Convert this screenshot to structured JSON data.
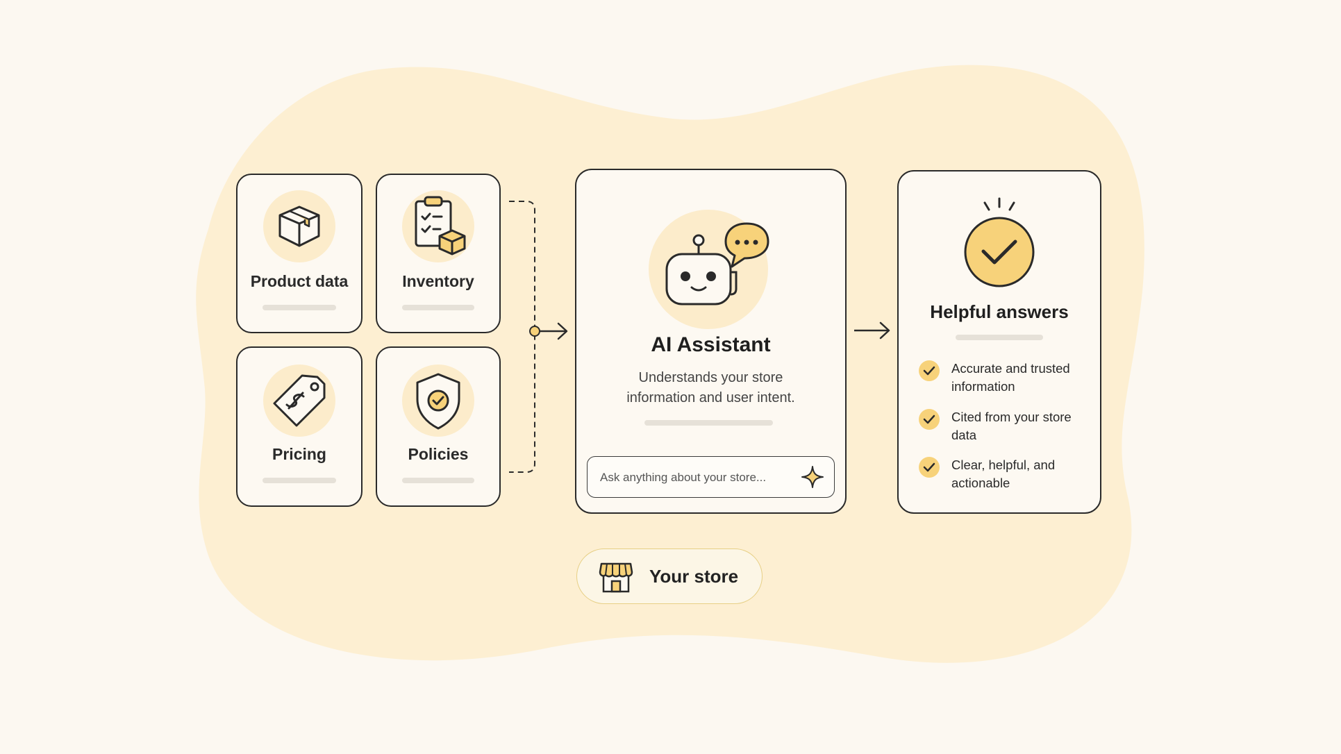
{
  "sources": {
    "product_data": "Product data",
    "inventory": "Inventory",
    "pricing": "Pricing",
    "policies": "Policies"
  },
  "assistant": {
    "title": "AI Assistant",
    "description_line1": "Understands your store",
    "description_line2": "information and user intent.",
    "input_placeholder": "Ask anything about your store..."
  },
  "answers": {
    "title": "Helpful answers",
    "items": [
      {
        "line1": "Accurate and trusted",
        "line2": "information"
      },
      {
        "line1": "Cited from your store",
        "line2": "data"
      },
      {
        "line1": "Clear, helpful, and",
        "line2": "actionable"
      }
    ]
  },
  "store": {
    "label": "Your store"
  },
  "colors": {
    "background": "#fcf8f1",
    "blob": "#fdefd2",
    "accent_yellow": "#f7d27a",
    "icon_circle": "#fceccb",
    "stroke": "#2a2a2a"
  }
}
